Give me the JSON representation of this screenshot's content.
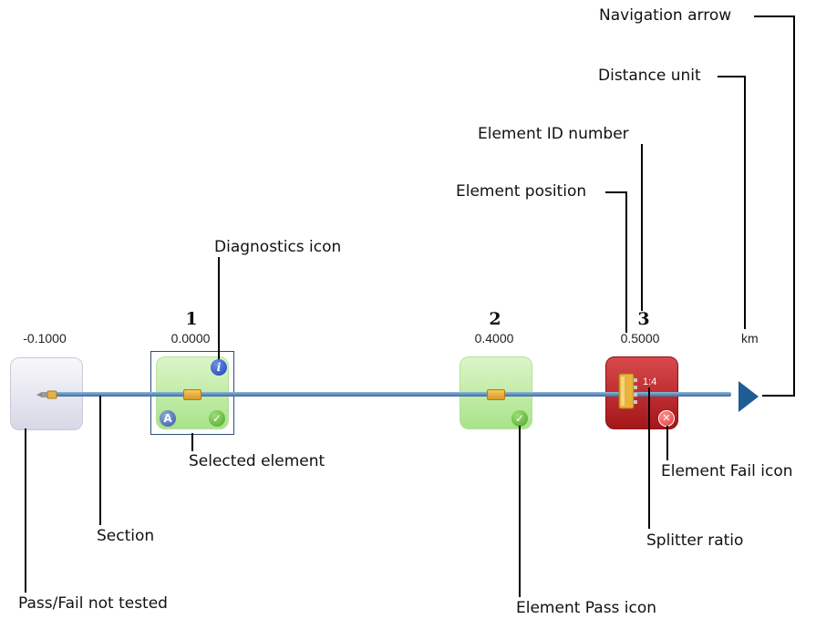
{
  "callouts": {
    "navigation_arrow": "Navigation arrow",
    "distance_unit": "Distance unit",
    "element_id_number": "Element ID number",
    "element_position": "Element position",
    "diagnostics_icon": "Diagnostics icon",
    "selected_element": "Selected element",
    "element_fail_icon": "Element Fail icon",
    "section": "Section",
    "splitter_ratio": "Splitter ratio",
    "pass_fail_not_tested": "Pass/Fail not tested",
    "element_pass_icon": "Element Pass icon"
  },
  "link": {
    "unit": "km",
    "elements": [
      {
        "id": "",
        "position": "-0.1000",
        "status": "not-tested"
      },
      {
        "id": "1",
        "position": "0.0000",
        "status": "pass",
        "selected": true,
        "icon": "connector"
      },
      {
        "id": "2",
        "position": "0.4000",
        "status": "pass",
        "icon": "connector"
      },
      {
        "id": "3",
        "position": "0.5000",
        "status": "fail",
        "icon": "splitter",
        "ratio": "1:4"
      }
    ]
  },
  "colors": {
    "pass": "#a9e38a",
    "fail": "#a5161a",
    "not_tested": "#d7d8e6",
    "fiber": "#5c89b7",
    "arrow": "#1f5b94"
  }
}
